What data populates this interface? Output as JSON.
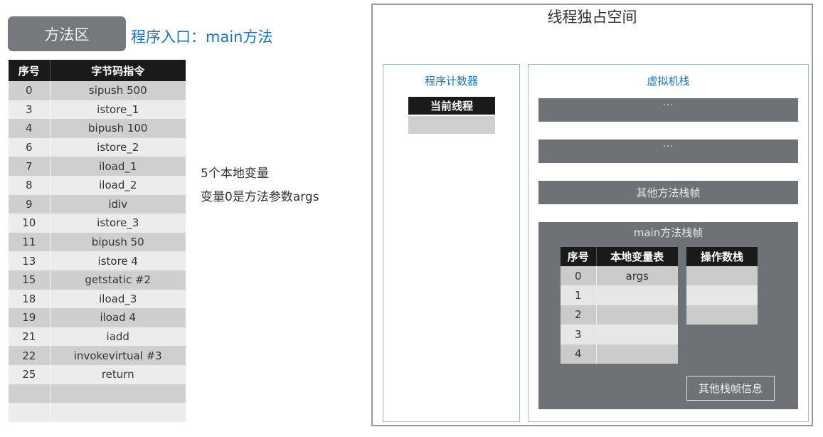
{
  "method_area": {
    "tag_label": "方法区",
    "entry_title": "程序入口：main方法",
    "bytecode_table": {
      "headers": [
        "序号",
        "字节码指令"
      ],
      "rows": [
        {
          "seq": "0",
          "instr": "sipush 500"
        },
        {
          "seq": "3",
          "instr": "istore_1"
        },
        {
          "seq": "4",
          "instr": "bipush 100"
        },
        {
          "seq": "6",
          "instr": "istore_2"
        },
        {
          "seq": "7",
          "instr": "iload_1"
        },
        {
          "seq": "8",
          "instr": "iload_2"
        },
        {
          "seq": "9",
          "instr": "idiv"
        },
        {
          "seq": "10",
          "instr": "istore_3"
        },
        {
          "seq": "11",
          "instr": "bipush 50"
        },
        {
          "seq": "13",
          "instr": "istore 4"
        },
        {
          "seq": "15",
          "instr": "getstatic #2"
        },
        {
          "seq": "18",
          "instr": "iload_3"
        },
        {
          "seq": "19",
          "instr": "iload 4"
        },
        {
          "seq": "21",
          "instr": "iadd"
        },
        {
          "seq": "22",
          "instr": "invokevirtual #3"
        },
        {
          "seq": "25",
          "instr": "return"
        },
        {
          "seq": "",
          "instr": ""
        },
        {
          "seq": "",
          "instr": ""
        }
      ]
    },
    "notes": [
      "5个本地变量",
      "变量0是方法参数args"
    ]
  },
  "thread_space": {
    "title": "线程独占空间",
    "program_counter": {
      "title": "程序计数器",
      "header": "当前线程",
      "value": ""
    },
    "vm_stack": {
      "title": "虚拟机栈",
      "frames": [
        "···",
        "···",
        "其他方法栈帧"
      ],
      "main_frame": {
        "title": "main方法栈帧",
        "local_vars": {
          "headers": [
            "序号",
            "本地变量表"
          ],
          "rows": [
            {
              "seq": "0",
              "value": "args"
            },
            {
              "seq": "1",
              "value": ""
            },
            {
              "seq": "2",
              "value": ""
            },
            {
              "seq": "3",
              "value": ""
            },
            {
              "seq": "4",
              "value": ""
            }
          ]
        },
        "operand_stack": {
          "header": "操作数栈",
          "rows": [
            "",
            "",
            ""
          ]
        },
        "other_info_label": "其他栈帧信息"
      }
    }
  },
  "colors": {
    "accent_blue": "#1d72b8",
    "frame_gray": "#6e7175",
    "header_black": "#1a1a1a",
    "tag_gray": "#75787c"
  }
}
